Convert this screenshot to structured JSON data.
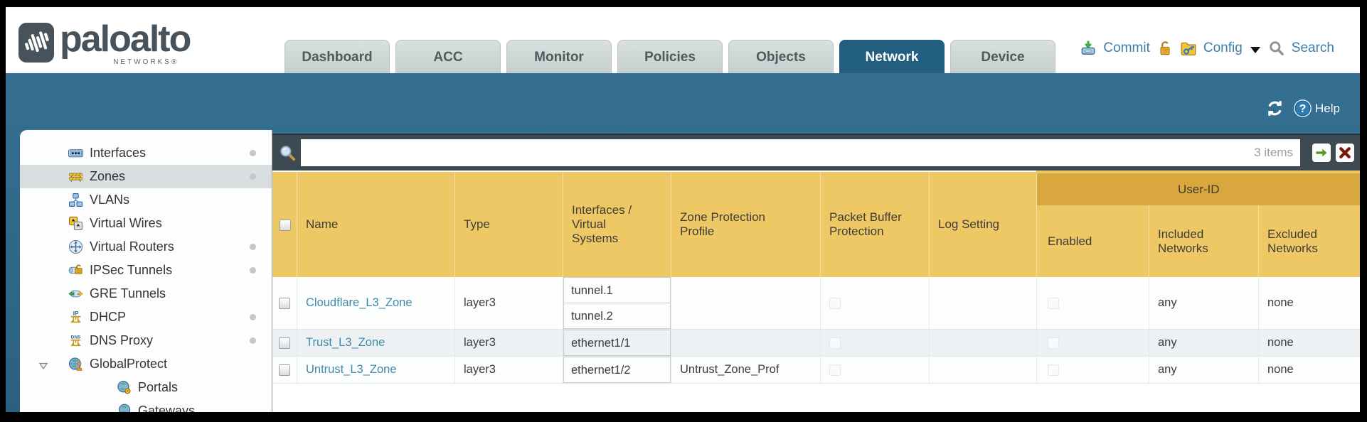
{
  "brand": {
    "name": "paloalto",
    "sub": "NETWORKS®"
  },
  "nav": {
    "tabs": [
      {
        "label": "Dashboard",
        "active": false
      },
      {
        "label": "ACC",
        "active": false
      },
      {
        "label": "Monitor",
        "active": false
      },
      {
        "label": "Policies",
        "active": false
      },
      {
        "label": "Objects",
        "active": false
      },
      {
        "label": "Network",
        "active": true
      },
      {
        "label": "Device",
        "active": false
      }
    ],
    "actions": {
      "commit": "Commit",
      "config": "Config",
      "search": "Search"
    }
  },
  "band": {
    "help": "Help"
  },
  "sidebar": {
    "items": [
      {
        "label": "Interfaces",
        "icon": "interfaces-icon",
        "dot": true
      },
      {
        "label": "Zones",
        "icon": "zones-icon",
        "dot": true,
        "selected": true
      },
      {
        "label": "VLANs",
        "icon": "vlans-icon"
      },
      {
        "label": "Virtual Wires",
        "icon": "virtual-wires-icon"
      },
      {
        "label": "Virtual Routers",
        "icon": "virtual-routers-icon",
        "dot": true
      },
      {
        "label": "IPSec Tunnels",
        "icon": "ipsec-tunnels-icon",
        "dot": true
      },
      {
        "label": "GRE Tunnels",
        "icon": "gre-tunnels-icon"
      },
      {
        "label": "DHCP",
        "icon": "dhcp-icon",
        "dot": true
      },
      {
        "label": "DNS Proxy",
        "icon": "dns-proxy-icon",
        "dot": true
      },
      {
        "label": "GlobalProtect",
        "icon": "globalprotect-icon",
        "expanded": true
      },
      {
        "label": "Portals",
        "icon": "portals-icon",
        "indent": true
      },
      {
        "label": "Gateways",
        "icon": "gateways-icon",
        "indent": true
      }
    ]
  },
  "toolbar": {
    "filter_value": "",
    "items_count": "3 items"
  },
  "table": {
    "group_header": "User-ID",
    "columns": {
      "name": "Name",
      "type": "Type",
      "interfaces": "Interfaces / Virtual Systems",
      "zone_protection": "Zone Protection Profile",
      "packet_buffer": "Packet Buffer Protection",
      "log_setting": "Log Setting",
      "enabled": "Enabled",
      "included": "Included Networks",
      "excluded": "Excluded Networks"
    },
    "rows": [
      {
        "name": "Cloudflare_L3_Zone",
        "type": "layer3",
        "interfaces": [
          "tunnel.1",
          "tunnel.2"
        ],
        "zone_protection_profile": "",
        "packet_buffer_protection": false,
        "log_setting": "",
        "enabled": false,
        "included_networks": "any",
        "excluded_networks": "none"
      },
      {
        "name": "Trust_L3_Zone",
        "type": "layer3",
        "interfaces": [
          "ethernet1/1"
        ],
        "zone_protection_profile": "",
        "packet_buffer_protection": false,
        "log_setting": "",
        "enabled": false,
        "included_networks": "any",
        "excluded_networks": "none"
      },
      {
        "name": "Untrust_L3_Zone",
        "type": "layer3",
        "interfaces": [
          "ethernet1/2"
        ],
        "zone_protection_profile": "Untrust_Zone_Prof",
        "packet_buffer_protection": false,
        "log_setting": "",
        "enabled": false,
        "included_networks": "any",
        "excluded_networks": "none"
      }
    ]
  },
  "icons": [
    "paloalto-logo-icon",
    "commit-icon",
    "lock-icon",
    "config-icon",
    "search-icon",
    "refresh-icon",
    "help-icon",
    "filter-search-icon",
    "apply-filter-icon",
    "clear-filter-icon",
    "expander-icon"
  ],
  "colors": {
    "teal_band": "#2e6787",
    "active_tab": "#215e80",
    "table_header": "#eec864",
    "group_header": "#d8a83e",
    "link": "#4189ab",
    "toolbar": "#3e4a52"
  }
}
